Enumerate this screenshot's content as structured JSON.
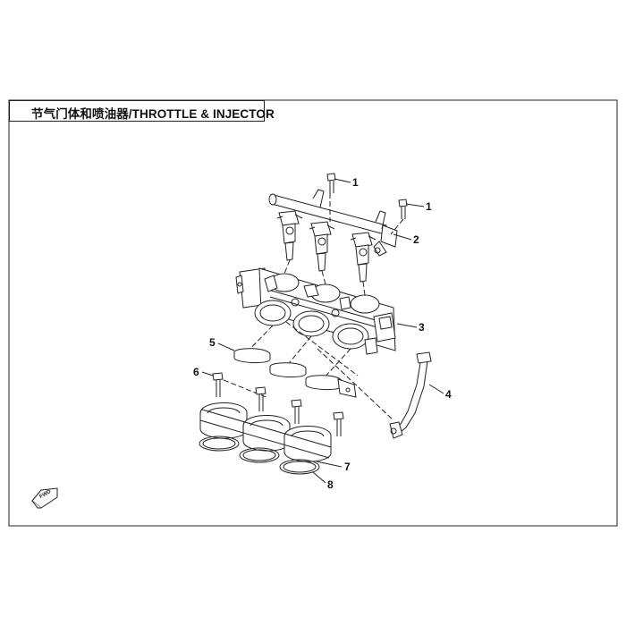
{
  "title": "节气门体和喷油器/THROTTLE & INJECTOR",
  "callouts": {
    "c1a": "1",
    "c1b": "1",
    "c2": "2",
    "c3": "3",
    "c4": "4",
    "c5": "5",
    "c6": "6",
    "c7": "7",
    "c8": "8"
  },
  "fwd_label": "FWD",
  "colors": {
    "line": "#222222",
    "background": "#ffffff"
  },
  "icons": [
    "forward-arrow-icon"
  ]
}
